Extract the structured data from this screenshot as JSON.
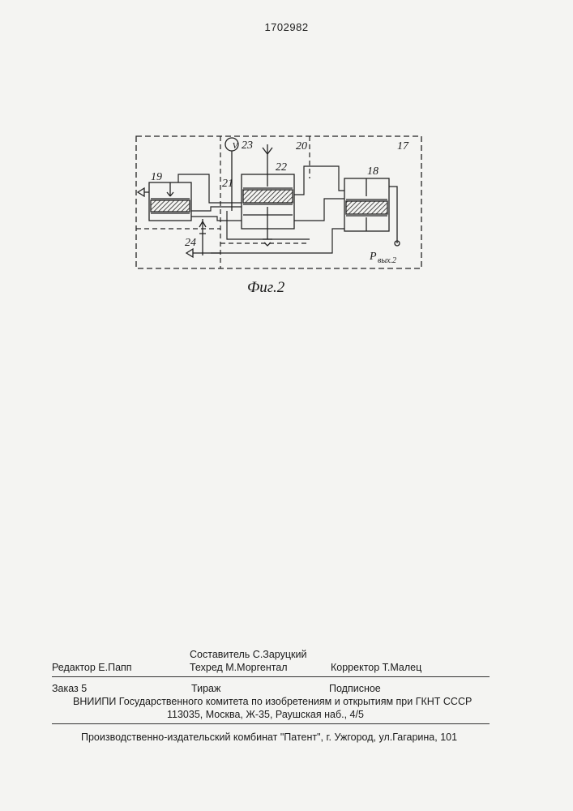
{
  "page_number": "1702982",
  "figure": {
    "caption": "Фиг.2",
    "labels": {
      "n17": "17",
      "n18": "18",
      "n19": "19",
      "n20": "20",
      "n21": "21",
      "n22": "22",
      "n23": "23",
      "n24": "24",
      "gauge": "V",
      "p_out": "P",
      "p_out_sub": "вых.2"
    }
  },
  "imprint": {
    "compiler": "Составитель  С.Заруцкий",
    "editor": "Редактор  Е.Папп",
    "techred": "Техред М.Моргентал",
    "corrector": "Корректор  Т.Малец",
    "order": "Заказ  5",
    "circulation": "Тираж",
    "subscription": "Подписное",
    "org": "ВНИИПИ Государственного комитета по изобретениям и открытиям при ГКНТ СССР",
    "address": "113035, Москва, Ж-35, Раушская наб., 4/5",
    "publisher": "Производственно-издательский комбинат \"Патент\", г. Ужгород, ул.Гагарина, 101"
  }
}
